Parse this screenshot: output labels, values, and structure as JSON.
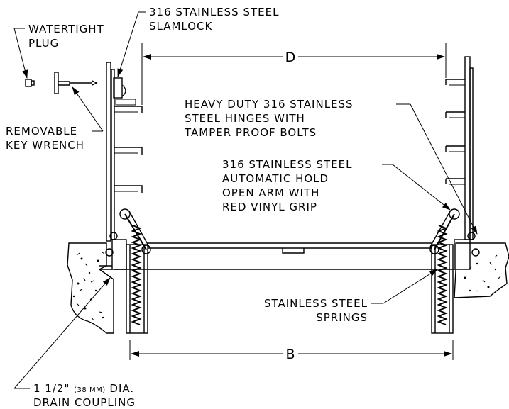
{
  "labels": {
    "slamlock_1": "316 STAINLESS STEEL",
    "slamlock_2": "SLAMLOCK",
    "plug_1": "WATERTIGHT",
    "plug_2": "PLUG",
    "wrench_1": "REMOVABLE",
    "wrench_2": "KEY WRENCH",
    "hinges_1": "HEAVY DUTY 316 STAINLESS",
    "hinges_2": "STEEL HINGES WITH",
    "hinges_3": "TAMPER PROOF BOLTS",
    "arm_1": "316 STAINLESS STEEL",
    "arm_2": "AUTOMATIC HOLD",
    "arm_3": "OPEN ARM WITH",
    "arm_4": "RED VINYL GRIP",
    "springs_1": "STAINLESS STEEL",
    "springs_2": "SPRINGS",
    "drain_size": "1 1/2\"",
    "drain_metric": "(38 MM)",
    "drain_dia": "DIA.",
    "drain_2": "DRAIN COUPLING"
  },
  "dimensions": {
    "top": "D",
    "bottom": "B"
  },
  "colors": {
    "line": "#000000",
    "background": "#ffffff"
  }
}
